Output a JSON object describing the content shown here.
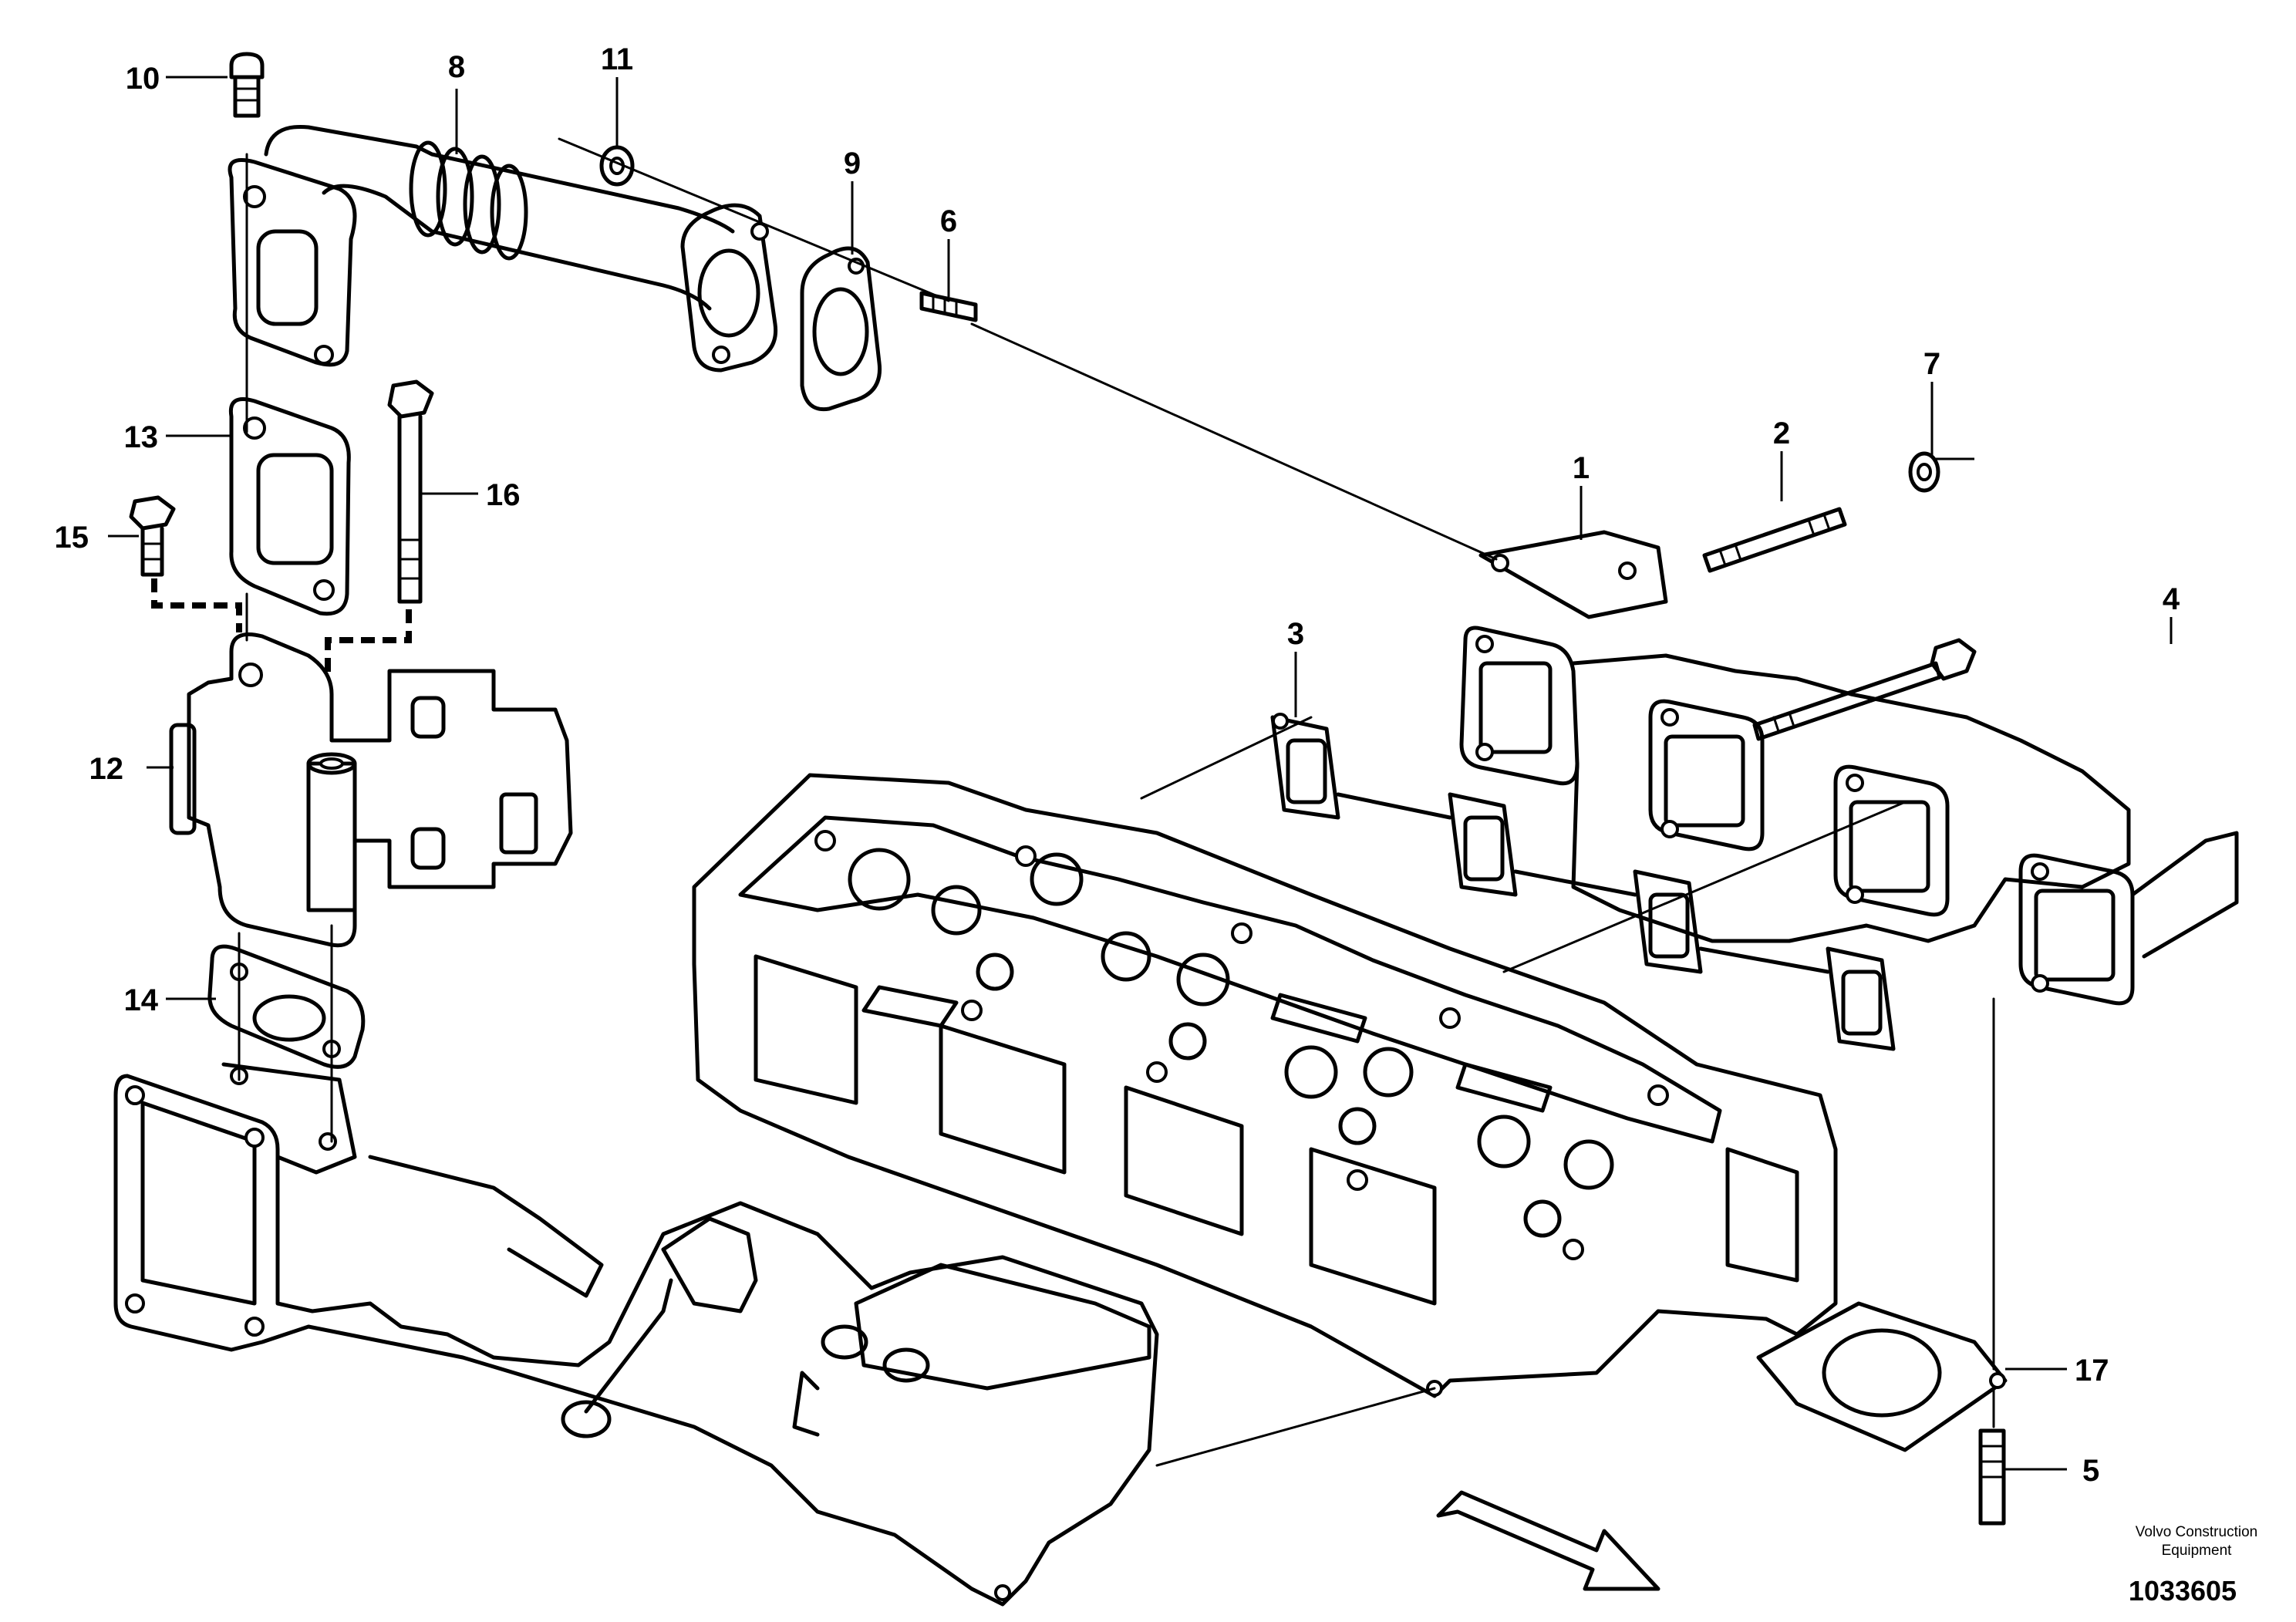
{
  "callouts": [
    "1",
    "2",
    "3",
    "4",
    "5",
    "6",
    "7",
    "8",
    "9",
    "10",
    "11",
    "12",
    "13",
    "14",
    "15",
    "16",
    "17"
  ],
  "brand": {
    "line1": "Volvo Construction",
    "line2": "Equipment"
  },
  "doc_number": "1033605"
}
